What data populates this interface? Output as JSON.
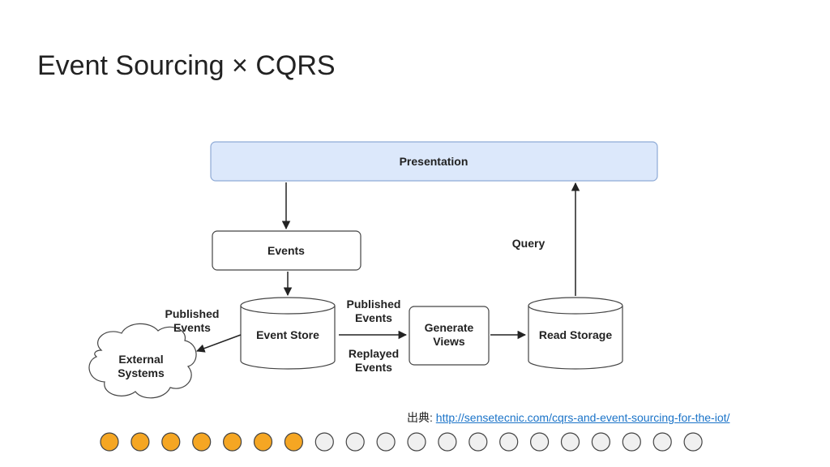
{
  "slide": {
    "title": "Event Sourcing × CQRS"
  },
  "diagram": {
    "presentation": "Presentation",
    "events": "Events",
    "event_store": "Event Store",
    "generate_views": [
      "Generate",
      "Views"
    ],
    "read_storage": "Read Storage",
    "external_systems": [
      "External",
      "Systems"
    ],
    "published_events_left": [
      "Published",
      "Events"
    ],
    "published_events_mid": [
      "Published",
      "Events"
    ],
    "replayed_events": [
      "Replayed",
      "Events"
    ],
    "query": "Query"
  },
  "source": {
    "label": "出典:",
    "url_text": "http://sensetecnic.com/cqrs-and-event-sourcing-for-the-iot/"
  },
  "progress": {
    "total": 20,
    "current": 7,
    "filled_color": "#f5a623",
    "empty_color": "#f0f0f0"
  }
}
